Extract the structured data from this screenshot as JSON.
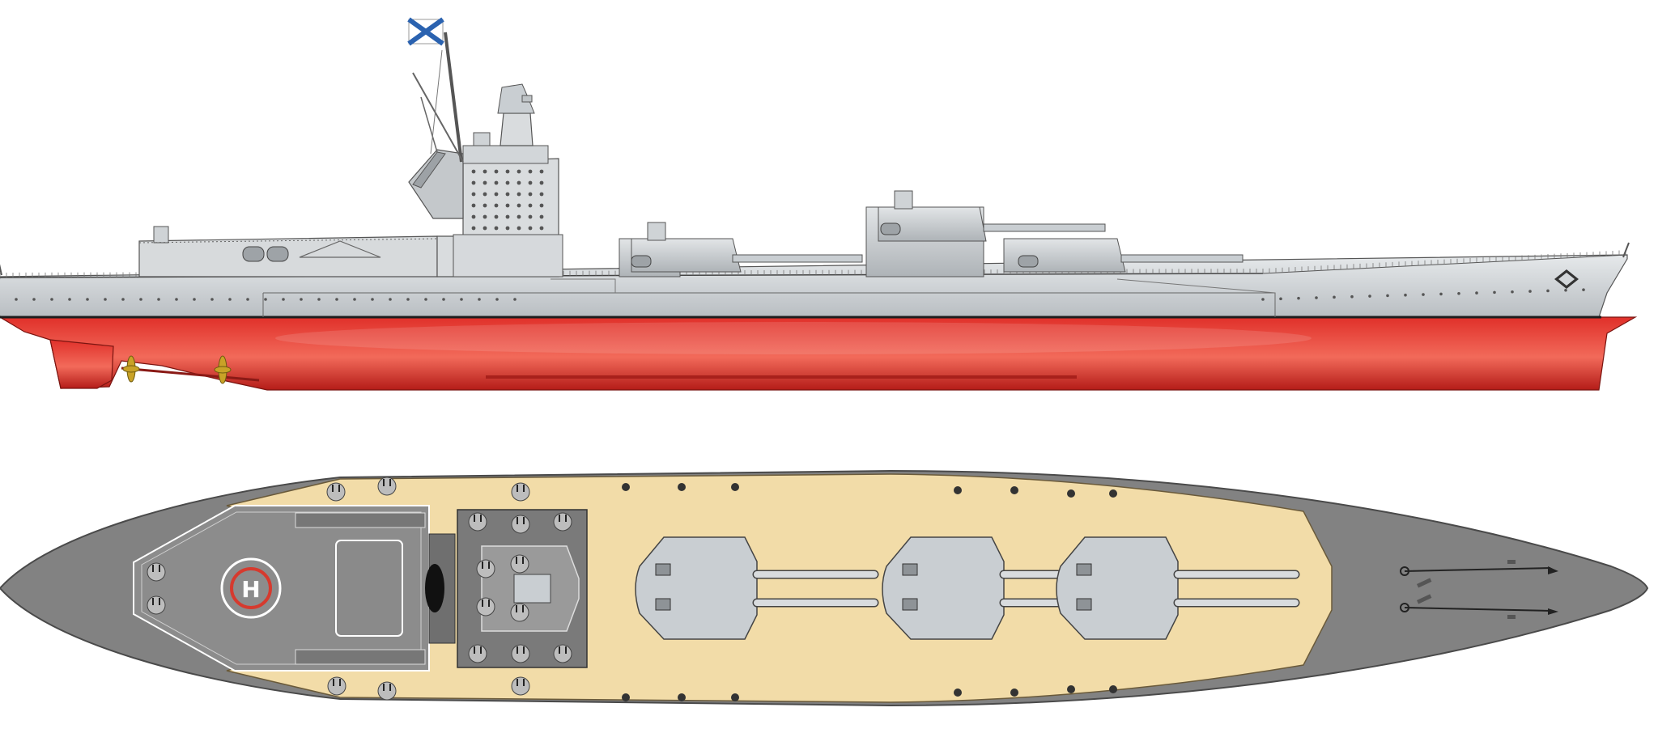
{
  "drawing": {
    "views": [
      "side-profile",
      "top-plan"
    ],
    "colors": {
      "hull_upper": "#d3d7da",
      "hull_upper_shade": "#b9bec2",
      "hull_red": "#e0302a",
      "hull_red_dark": "#b41c18",
      "hull_red_light": "#f26a5a",
      "deck_wood": "#f2dca8",
      "deck_steel": "#828282",
      "turret": "#c9ced2",
      "outline": "#444444",
      "flag_field": "#ffffff",
      "flag_cross": "#2a62b0",
      "propeller": "#c9a227"
    },
    "flag": {
      "type": "naval-ensign",
      "name": "saint-andrew-ensign"
    },
    "helipad_marking": {
      "letter": "H"
    },
    "main_turret_count": 3,
    "guns_per_turret": 2
  }
}
